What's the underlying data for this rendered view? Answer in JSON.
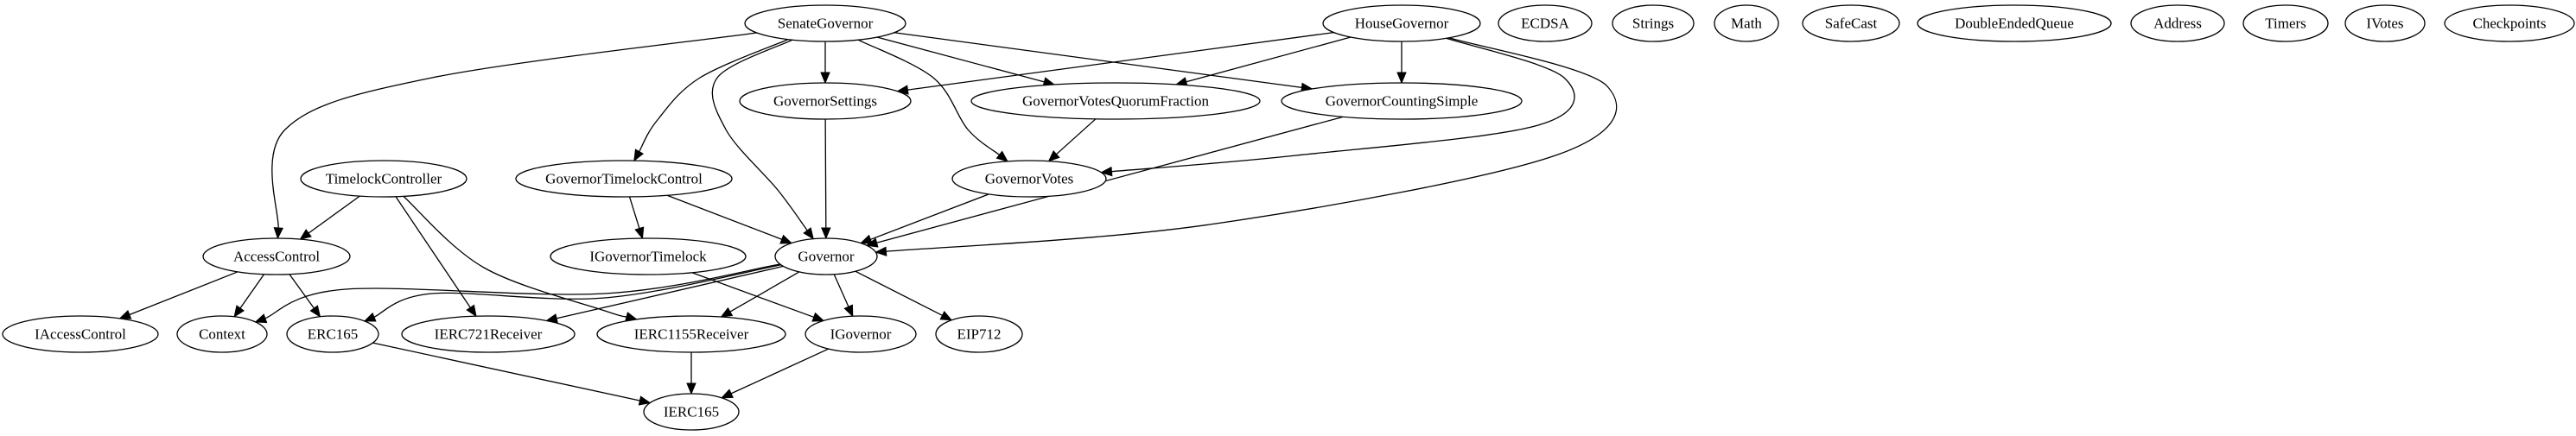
{
  "diagram": {
    "type": "dependency-graph",
    "nodes": [
      {
        "id": "SenateGovernor",
        "label": "SenateGovernor"
      },
      {
        "id": "HouseGovernor",
        "label": "HouseGovernor"
      },
      {
        "id": "ECDSA",
        "label": "ECDSA"
      },
      {
        "id": "Strings",
        "label": "Strings"
      },
      {
        "id": "Math",
        "label": "Math"
      },
      {
        "id": "SafeCast",
        "label": "SafeCast"
      },
      {
        "id": "DoubleEndedQueue",
        "label": "DoubleEndedQueue"
      },
      {
        "id": "Address",
        "label": "Address"
      },
      {
        "id": "Timers",
        "label": "Timers"
      },
      {
        "id": "IVotes",
        "label": "IVotes"
      },
      {
        "id": "Checkpoints",
        "label": "Checkpoints"
      },
      {
        "id": "GovernorSettings",
        "label": "GovernorSettings"
      },
      {
        "id": "GovernorVotesQuorumFraction",
        "label": "GovernorVotesQuorumFraction"
      },
      {
        "id": "GovernorCountingSimple",
        "label": "GovernorCountingSimple"
      },
      {
        "id": "TimelockController",
        "label": "TimelockController"
      },
      {
        "id": "GovernorTimelockControl",
        "label": "GovernorTimelockControl"
      },
      {
        "id": "GovernorVotes",
        "label": "GovernorVotes"
      },
      {
        "id": "AccessControl",
        "label": "AccessControl"
      },
      {
        "id": "IGovernorTimelock",
        "label": "IGovernorTimelock"
      },
      {
        "id": "Governor",
        "label": "Governor"
      },
      {
        "id": "IAccessControl",
        "label": "IAccessControl"
      },
      {
        "id": "Context",
        "label": "Context"
      },
      {
        "id": "ERC165",
        "label": "ERC165"
      },
      {
        "id": "IERC721Receiver",
        "label": "IERC721Receiver"
      },
      {
        "id": "IERC1155Receiver",
        "label": "IERC1155Receiver"
      },
      {
        "id": "IGovernor",
        "label": "IGovernor"
      },
      {
        "id": "EIP712",
        "label": "EIP712"
      },
      {
        "id": "IERC165",
        "label": "IERC165"
      }
    ],
    "edges": [
      {
        "from": "SenateGovernor",
        "to": "GovernorSettings"
      },
      {
        "from": "SenateGovernor",
        "to": "GovernorVotesQuorumFraction"
      },
      {
        "from": "SenateGovernor",
        "to": "GovernorCountingSimple"
      },
      {
        "from": "SenateGovernor",
        "to": "GovernorVotes"
      },
      {
        "from": "SenateGovernor",
        "to": "GovernorTimelockControl"
      },
      {
        "from": "SenateGovernor",
        "to": "Governor"
      },
      {
        "from": "SenateGovernor",
        "to": "AccessControl"
      },
      {
        "from": "HouseGovernor",
        "to": "GovernorSettings"
      },
      {
        "from": "HouseGovernor",
        "to": "GovernorVotesQuorumFraction"
      },
      {
        "from": "HouseGovernor",
        "to": "GovernorCountingSimple"
      },
      {
        "from": "HouseGovernor",
        "to": "GovernorVotes"
      },
      {
        "from": "HouseGovernor",
        "to": "Governor"
      },
      {
        "from": "GovernorSettings",
        "to": "Governor"
      },
      {
        "from": "GovernorVotesQuorumFraction",
        "to": "GovernorVotes"
      },
      {
        "from": "GovernorCountingSimple",
        "to": "Governor"
      },
      {
        "from": "GovernorVotes",
        "to": "Governor"
      },
      {
        "from": "GovernorTimelockControl",
        "to": "IGovernorTimelock"
      },
      {
        "from": "GovernorTimelockControl",
        "to": "Governor"
      },
      {
        "from": "TimelockController",
        "to": "AccessControl"
      },
      {
        "from": "TimelockController",
        "to": "IERC721Receiver"
      },
      {
        "from": "TimelockController",
        "to": "IERC1155Receiver"
      },
      {
        "from": "IGovernorTimelock",
        "to": "IGovernor"
      },
      {
        "from": "AccessControl",
        "to": "IAccessControl"
      },
      {
        "from": "AccessControl",
        "to": "Context"
      },
      {
        "from": "AccessControl",
        "to": "ERC165"
      },
      {
        "from": "Governor",
        "to": "Context"
      },
      {
        "from": "Governor",
        "to": "ERC165"
      },
      {
        "from": "Governor",
        "to": "IERC721Receiver"
      },
      {
        "from": "Governor",
        "to": "IERC1155Receiver"
      },
      {
        "from": "Governor",
        "to": "IGovernor"
      },
      {
        "from": "Governor",
        "to": "EIP712"
      },
      {
        "from": "ERC165",
        "to": "IERC165"
      },
      {
        "from": "IERC1155Receiver",
        "to": "IERC165"
      },
      {
        "from": "IGovernor",
        "to": "IERC165"
      }
    ]
  }
}
